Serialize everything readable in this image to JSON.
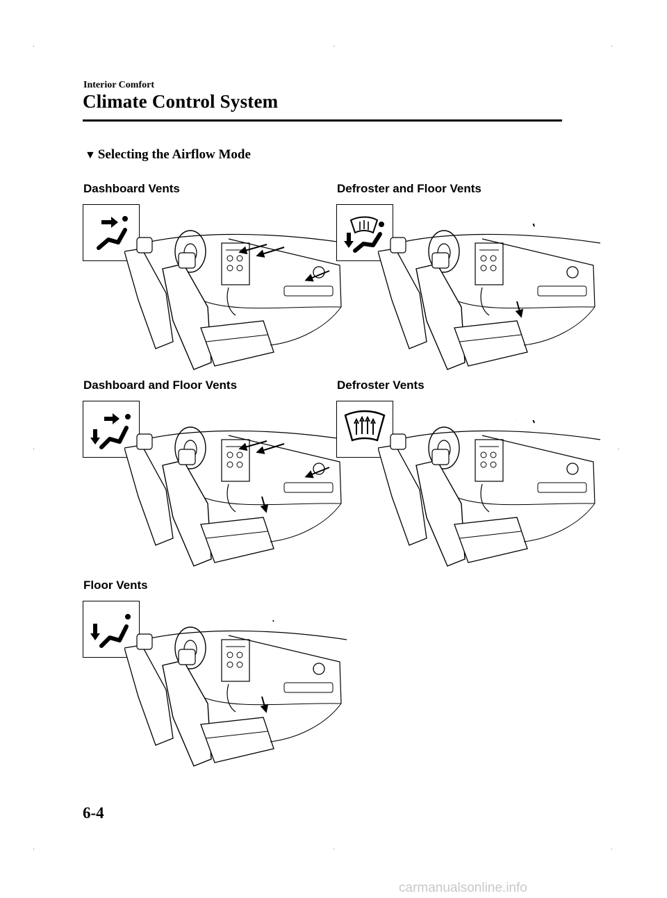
{
  "header": {
    "section": "Interior Comfort",
    "title": "Climate Control System"
  },
  "subheading": {
    "marker": "▼",
    "text": "Selecting the Airflow Mode"
  },
  "panels": [
    {
      "label": "Dashboard Vents",
      "icon": "dashboard-vents-icon"
    },
    {
      "label": "Defroster and Floor Vents",
      "icon": "defroster-floor-vents-icon"
    },
    {
      "label": "Dashboard and Floor Vents",
      "icon": "dashboard-floor-vents-icon"
    },
    {
      "label": "Defroster Vents",
      "icon": "defroster-vents-icon"
    },
    {
      "label": "Floor Vents",
      "icon": "floor-vents-icon"
    }
  ],
  "footer": {
    "page_number": "6-4",
    "watermark": "carmanualsonline.info"
  }
}
